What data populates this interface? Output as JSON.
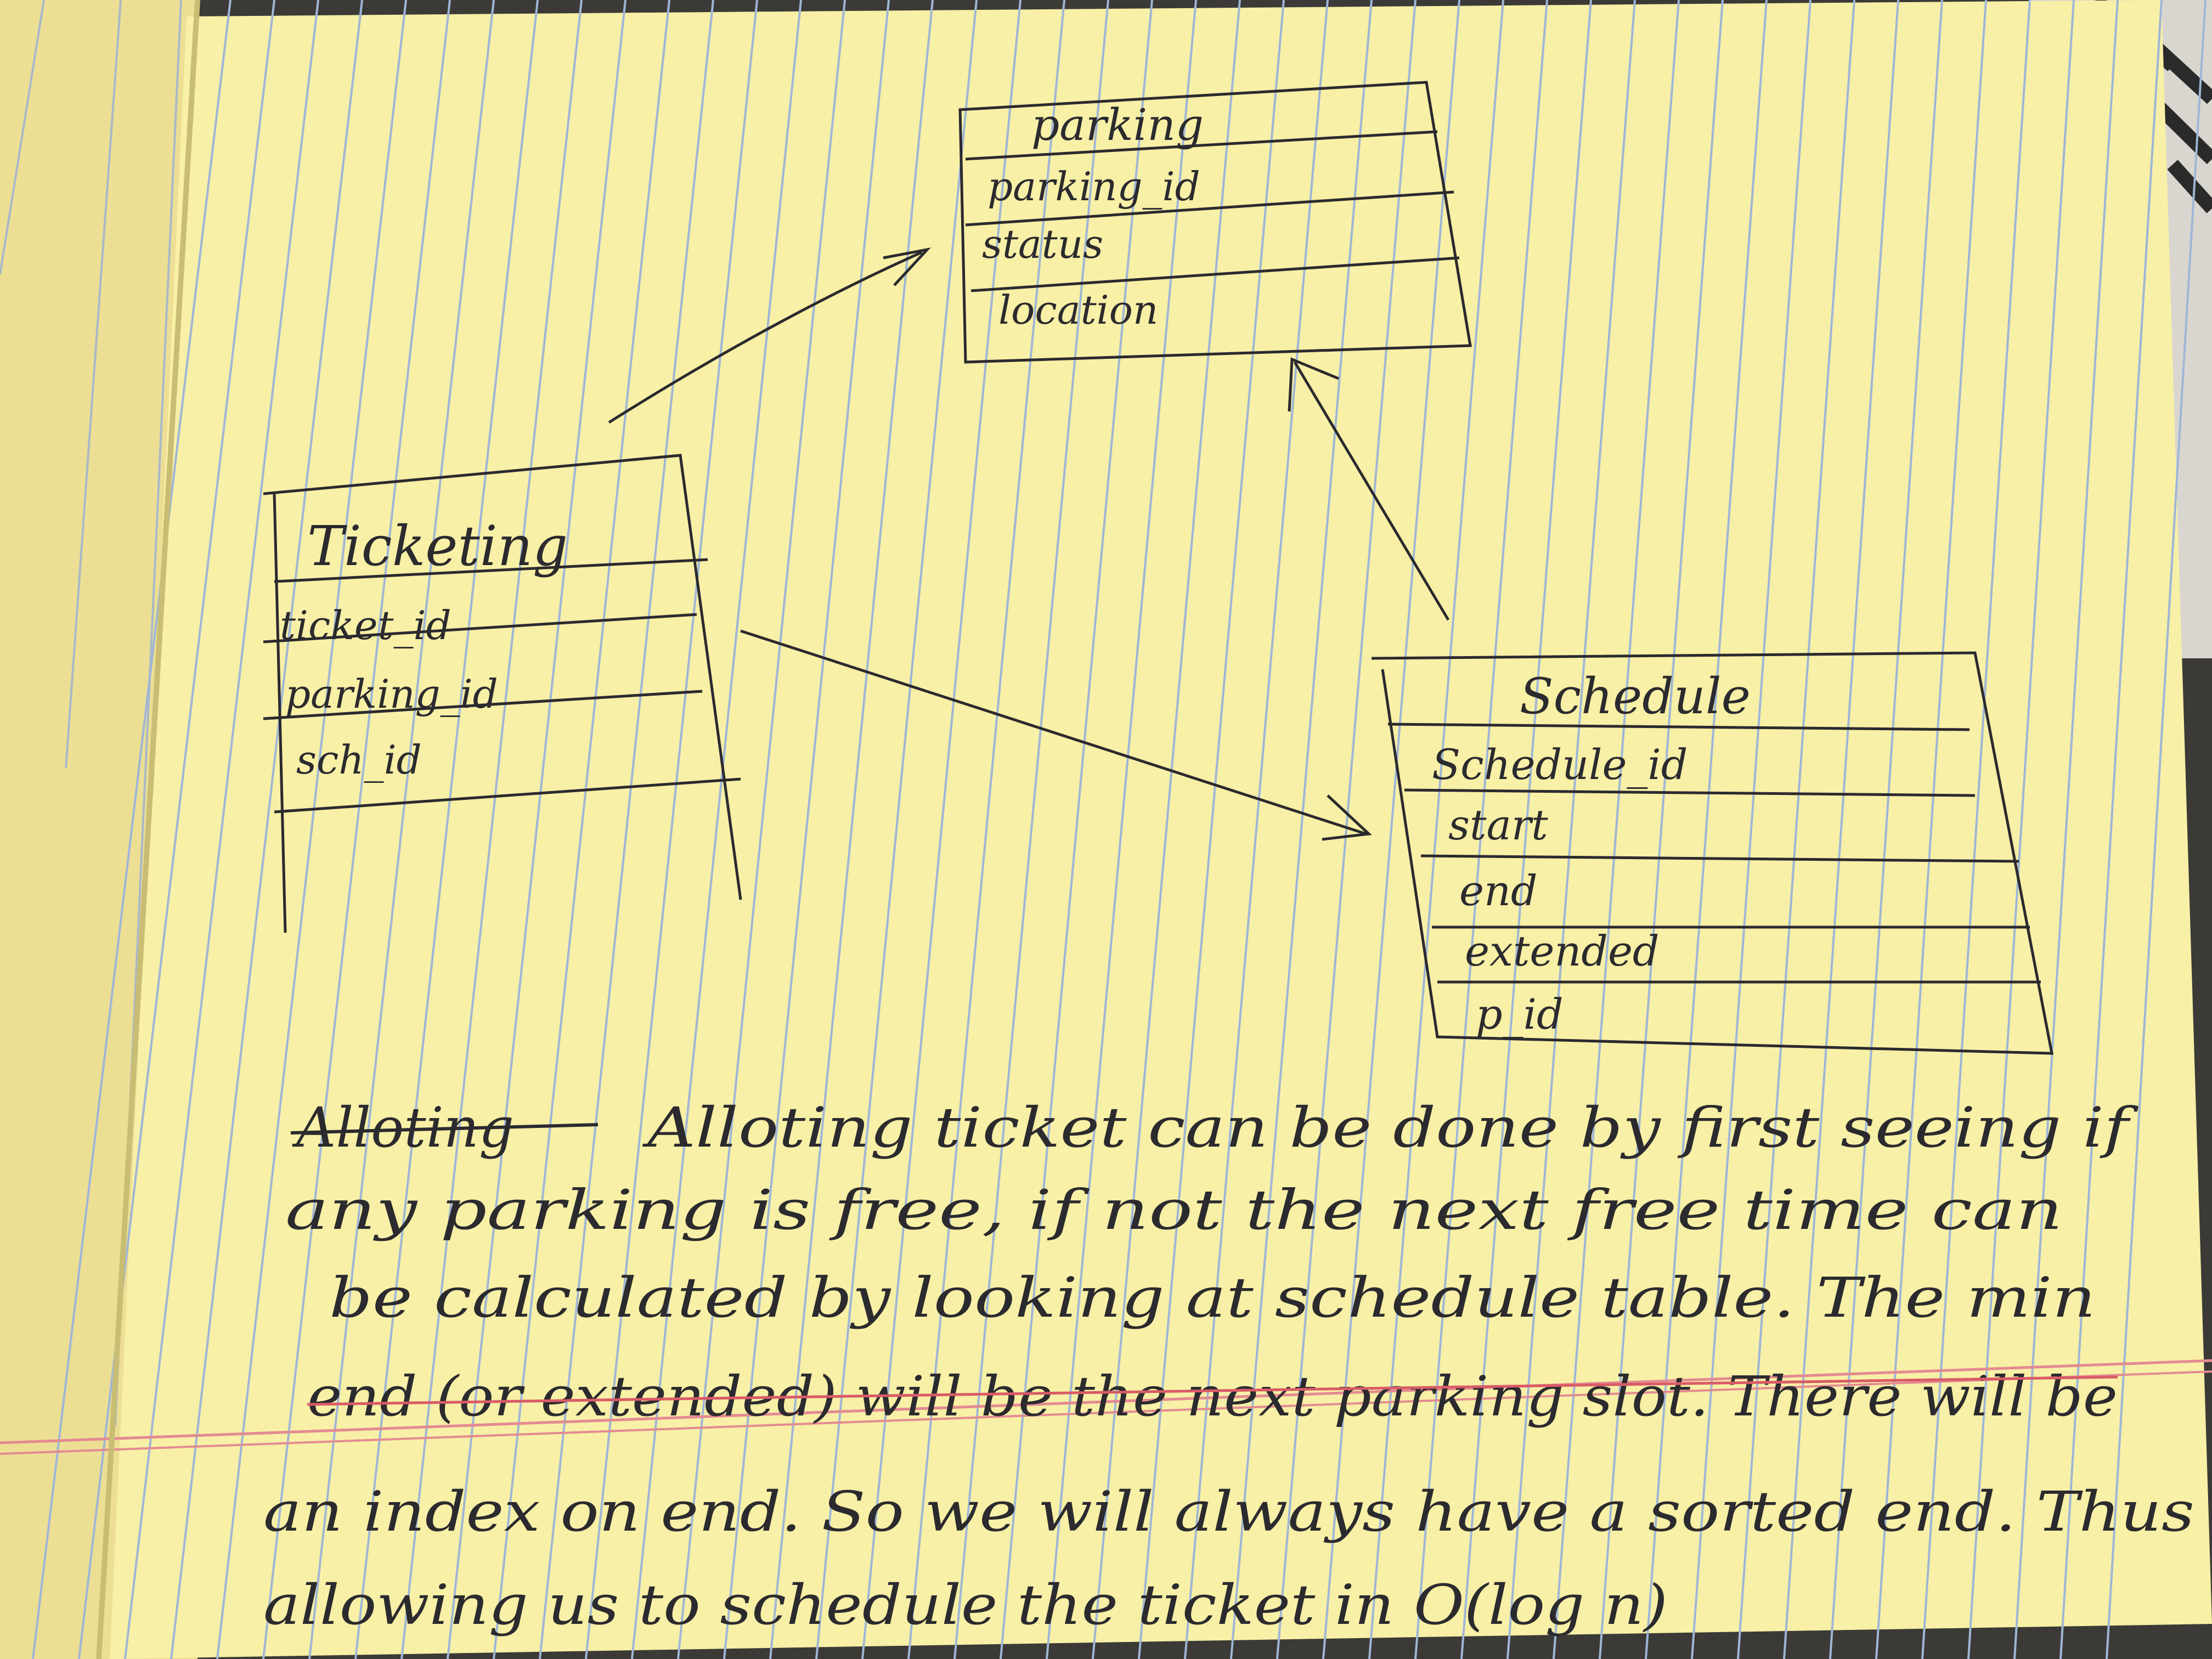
{
  "diagram": {
    "parking": {
      "title": "parking",
      "fields": [
        "parking_id",
        "status",
        "location"
      ]
    },
    "ticketing": {
      "title": "Ticketing",
      "fields": [
        "ticket_id",
        "parking_id",
        "sch_id"
      ]
    },
    "schedule": {
      "title": "Schedule",
      "fields": [
        "Schedule_id",
        "start",
        "end",
        "extended",
        "p_id"
      ]
    }
  },
  "notes": {
    "struck_word": "Alloting",
    "lines": [
      "Alloting ticket can be done by first seeing if",
      "any parking is free, if not the next free time can",
      "be calculated by looking at schedule table. The min",
      "end (or extended) will be the next parking slot. There will be",
      "an index on end. So we will always have a sorted end. Thus",
      "allowing us to schedule the ticket in O(log n)"
    ]
  },
  "colors": {
    "paper": "#f7f0a6",
    "ink": "#2b2a2e",
    "rule_blue": "#9fb6d6",
    "margin_red": "#e48a92"
  }
}
